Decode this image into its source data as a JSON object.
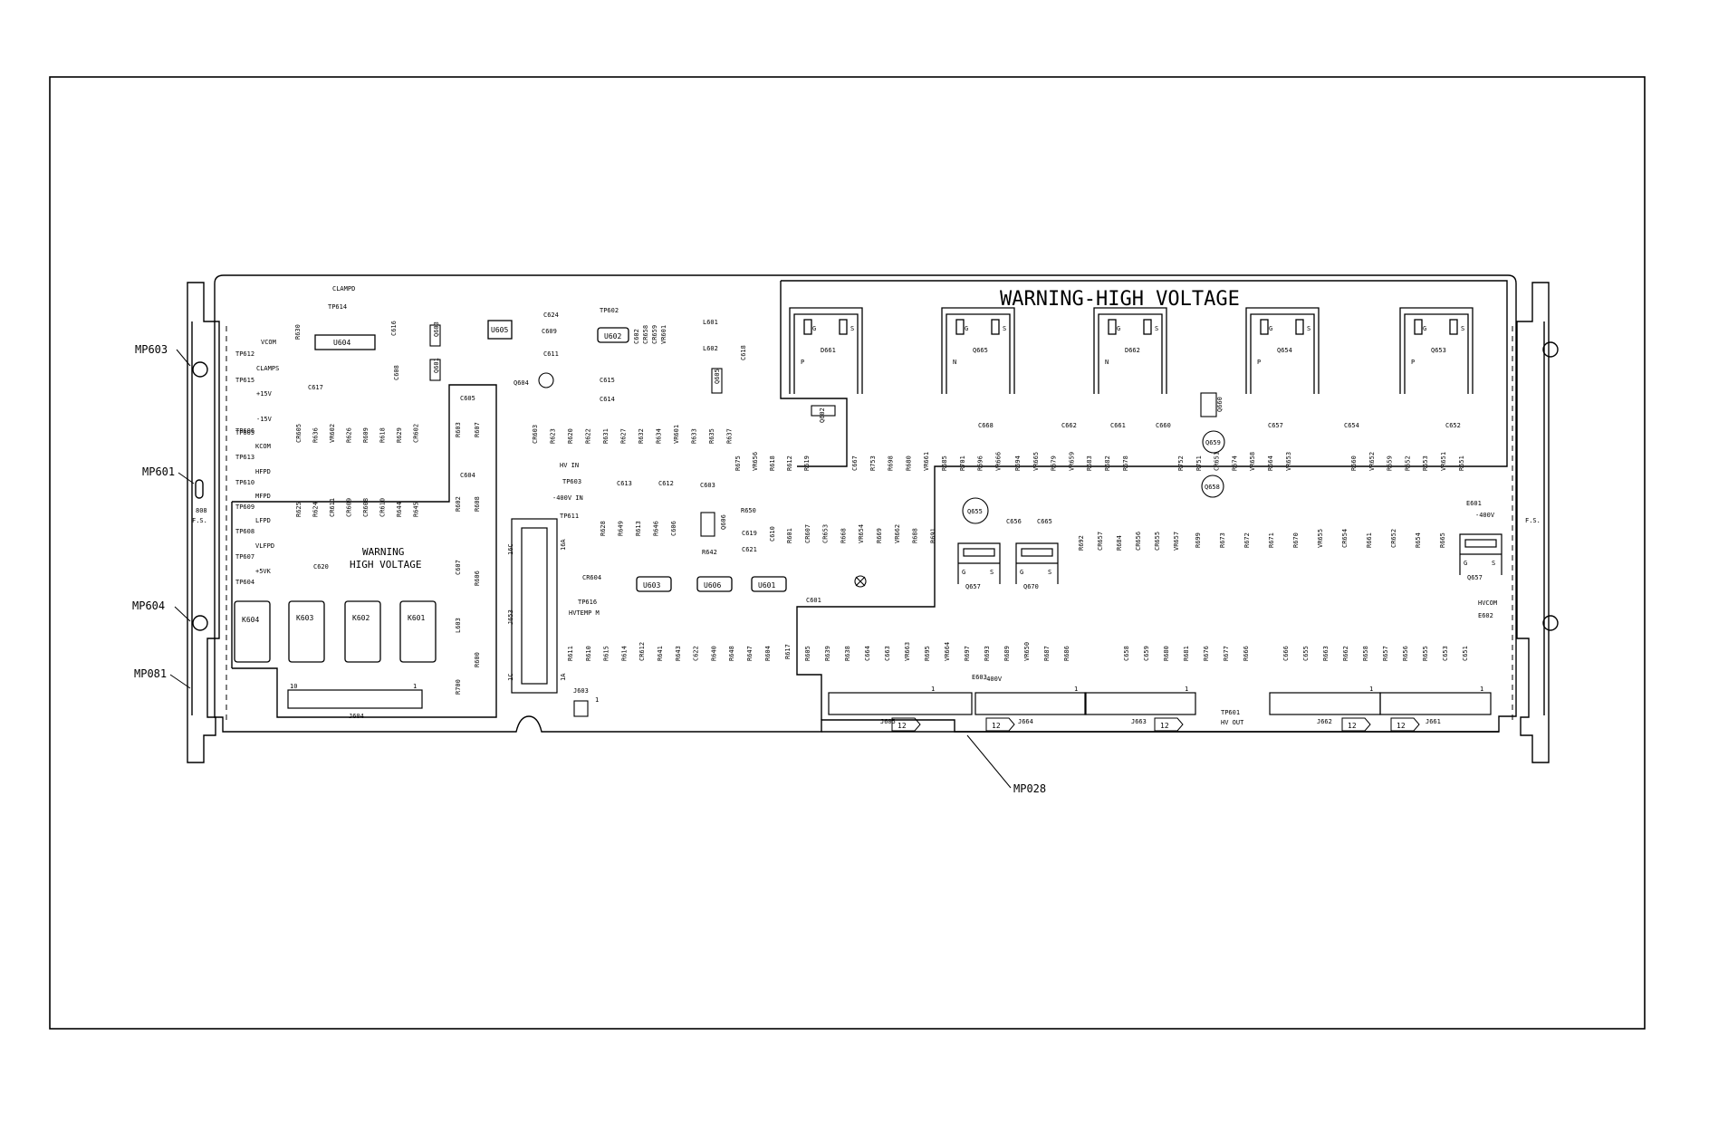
{
  "board": {
    "warning_banner": "WARNING-HIGH VOLTAGE",
    "warning_block": [
      "WARNING",
      "HIGH VOLTAGE"
    ],
    "callouts": [
      "MP603",
      "MP601",
      "MP604",
      "MP081",
      "MP028"
    ],
    "side_marks": [
      "808",
      "F.S.",
      "F.S."
    ],
    "testpoints": [
      "CLAMPD",
      "TP614",
      "VCOM",
      "TP612",
      "CLAMPS",
      "TP615",
      "+15V",
      "TP605",
      "-15V",
      "TP606",
      "KCOM",
      "TP613",
      "HFPD",
      "TP610",
      "MFPD",
      "TP609",
      "LFPD",
      "TP608",
      "VLFPD",
      "TP607",
      "+5VK",
      "TP604",
      "HV IN",
      "TP603",
      "-400V IN",
      "TP611",
      "TP616",
      "HVTEMP M",
      "TP602",
      "TP601",
      "HV OUT",
      "HVCOM",
      "E601",
      "-400V",
      "E602",
      "E603",
      "-400V"
    ],
    "ics": [
      "U604",
      "U605",
      "U602",
      "U603",
      "U606",
      "U601"
    ],
    "relays": [
      "K604",
      "K603",
      "K602",
      "K601"
    ],
    "fets": [
      {
        "ref": "D661",
        "type": "P"
      },
      {
        "ref": "Q665",
        "type": "N"
      },
      {
        "ref": "D662",
        "type": "N"
      },
      {
        "ref": "Q654",
        "type": "P"
      },
      {
        "ref": "Q653",
        "type": "P"
      }
    ],
    "round_parts": [
      "Q604",
      "Q659",
      "Q658",
      "Q655"
    ],
    "small_parts": [
      "Q603",
      "Q601",
      "Q605",
      "Q602",
      "Q660",
      "L601",
      "L602",
      "Q606"
    ],
    "to220": [
      "Q657",
      "Q670",
      "Q657"
    ],
    "fet_pins": [
      "G",
      "S"
    ],
    "connectors": [
      {
        "ref": "J604",
        "pin_left": "10",
        "pin_right": "1"
      },
      {
        "ref": "J653",
        "pin_top": "16C",
        "pin_bottom": "1C",
        "pin_top2": "16A",
        "pin_bottom2": "1A"
      },
      {
        "ref": "J603",
        "pin": "1"
      },
      {
        "ref": "J605",
        "pin": "1"
      },
      {
        "ref": "J664",
        "pin": "1"
      },
      {
        "ref": "J663",
        "pin": "1"
      },
      {
        "ref": "J662",
        "pin": "1"
      },
      {
        "ref": "J661",
        "pin": "1"
      }
    ],
    "connector_tag": "12",
    "left_labels": [
      "R630",
      "C616",
      "C617",
      "C608",
      "CR605",
      "R636",
      "VR602",
      "R626",
      "R609",
      "R618",
      "R629",
      "CR602",
      "R625",
      "R624",
      "CR611",
      "CR609",
      "CR608",
      "CR610",
      "R644",
      "R645",
      "C620",
      "C605",
      "R603",
      "R607",
      "C604",
      "R602",
      "R608",
      "C607",
      "R606",
      "L603",
      "R600",
      "R700"
    ],
    "mid_labels": [
      "C624",
      "C609",
      "C611",
      "C602",
      "CR658",
      "CR659",
      "VR601",
      "C615",
      "C614",
      "CR603",
      "R623",
      "R620",
      "R622",
      "R631",
      "R627",
      "R632",
      "R634",
      "VR601",
      "R633",
      "R635",
      "R637",
      "C618",
      "C613",
      "C612",
      "C603",
      "R650",
      "R628",
      "R649",
      "R613",
      "R646",
      "C606",
      "C619",
      "C621",
      "R642",
      "C610",
      "CR604",
      "R611",
      "R610",
      "R615",
      "R614",
      "CR612",
      "R641",
      "R643",
      "C622",
      "R640",
      "R648",
      "R647",
      "R604",
      "R617",
      "R675",
      "VR656",
      "R618",
      "R612",
      "R619"
    ],
    "right_upper_labels": [
      "C667",
      "R753",
      "R698",
      "R680",
      "VR661",
      "R685",
      "R701",
      "R696",
      "VR666",
      "R694",
      "VR665",
      "R679",
      "VR659",
      "R683",
      "R682",
      "R678",
      "R752",
      "R751",
      "CR651",
      "R674",
      "VR658",
      "R664",
      "VR653",
      "R660",
      "VR652",
      "R659",
      "R652",
      "R653",
      "VR651",
      "R651",
      "C668",
      "C662",
      "C661",
      "C660",
      "C657",
      "C654",
      "C652"
    ],
    "right_lower_labels": [
      "R601",
      "CR607",
      "CR653",
      "R668",
      "VR654",
      "R669",
      "VR662",
      "R688",
      "R691",
      "C656",
      "C665",
      "R692",
      "CR657",
      "R684",
      "CR656",
      "CR655",
      "VR657",
      "R699",
      "R673",
      "R672",
      "R671",
      "R670",
      "VR655",
      "CR654",
      "R661",
      "CR652",
      "R654",
      "R665",
      "C601",
      "R605",
      "R639",
      "R638",
      "C664",
      "C663",
      "VR663",
      "R695",
      "VR664",
      "R697",
      "R693",
      "R689",
      "VR650",
      "R687",
      "R686",
      "C658",
      "C659",
      "R680",
      "R681",
      "R676",
      "R677",
      "R666",
      "C666",
      "C655",
      "R663",
      "R662",
      "R658",
      "R657",
      "R656",
      "R655",
      "C653",
      "C651"
    ]
  }
}
